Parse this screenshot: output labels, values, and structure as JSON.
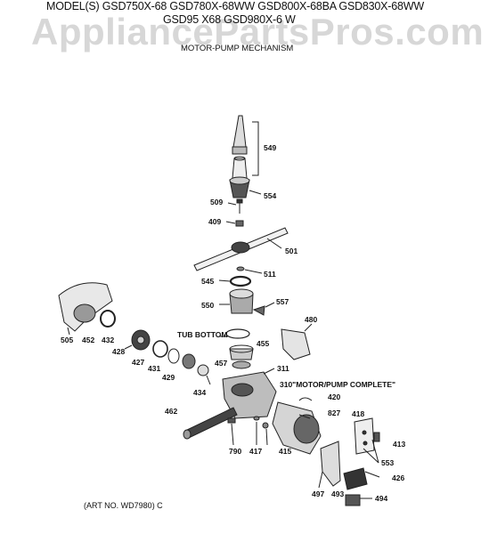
{
  "header": {
    "models_line1": "MODEL(S) GSD750X-68  GSD780X-68WW  GSD800X-68BA  GSD830X-68WW",
    "models_line2": "GSD95   X68  GSD980X-6   W",
    "watermark": "AppliancePartsPros.com",
    "subtitle": "MOTOR-PUMP MECHANISM"
  },
  "footer": {
    "art_no": "(ART NO. WD7980) C"
  },
  "callouts": {
    "c549": "549",
    "c554": "554",
    "c509": "509",
    "c409": "409",
    "c501": "501",
    "c511": "511",
    "c545": "545",
    "c550": "550",
    "c557": "557",
    "c480": "480",
    "c505": "505",
    "c452": "452",
    "c432": "432",
    "c428": "428",
    "c427": "427",
    "c431": "431",
    "c429": "429",
    "c434": "434",
    "c455": "455",
    "c457": "457",
    "c311": "311",
    "c420": "420",
    "c827": "827",
    "c462": "462",
    "c790": "790",
    "c417": "417",
    "c415": "415",
    "c418": "418",
    "c413": "413",
    "c553": "553",
    "c426": "426",
    "c497": "497",
    "c493": "493",
    "c494": "494"
  },
  "annotations": {
    "tub_bottom": "TUB BOTTOM",
    "motor_pump_complete": "310\"MOTOR/PUMP COMPLETE\""
  }
}
